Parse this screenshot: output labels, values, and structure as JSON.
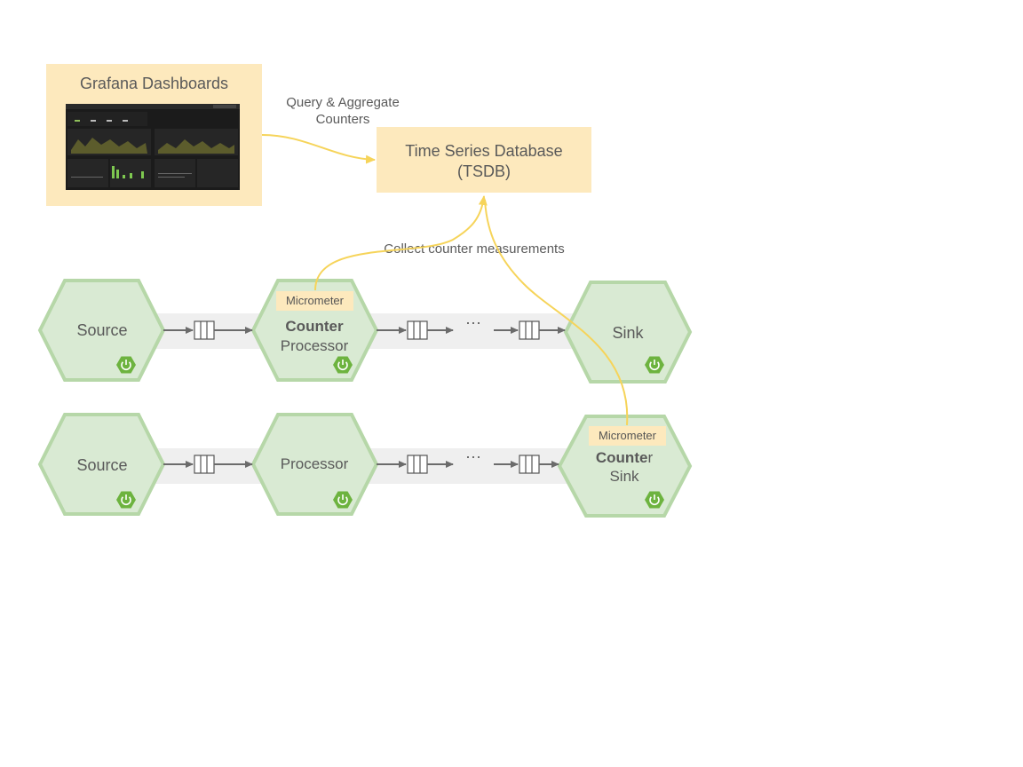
{
  "grafana": {
    "title": "Grafana Dashboards"
  },
  "tsdb": {
    "line1": "Time Series Database",
    "line2": "(TSDB)"
  },
  "edges": {
    "query_line1": "Query & Aggregate",
    "query_line2": "Counters",
    "collect": "Collect counter measurements"
  },
  "row1": {
    "source": "Source",
    "processor_bold": "Counter",
    "processor_rest": "Processor",
    "processor_tag": "Micrometer",
    "ellipsis": "···",
    "sink": "Sink"
  },
  "row2": {
    "source": "Source",
    "processor": "Processor",
    "ellipsis": "···",
    "sink_bold": "Counte",
    "sink_bold_tail": "r",
    "sink_rest": "Sink",
    "sink_tag": "Micrometer"
  },
  "colors": {
    "hex_fill": "#d9ead3",
    "hex_stroke": "#b6d7a8",
    "box_fill": "#fde9bd",
    "edge_yellow": "#f6d45a",
    "arrow_gray": "#6b6b6b",
    "band_gray": "#efefef",
    "spring_green": "#6db33f"
  },
  "icons": [
    "spring-boot-power-icon",
    "queue-icon",
    "arrow-icon"
  ]
}
